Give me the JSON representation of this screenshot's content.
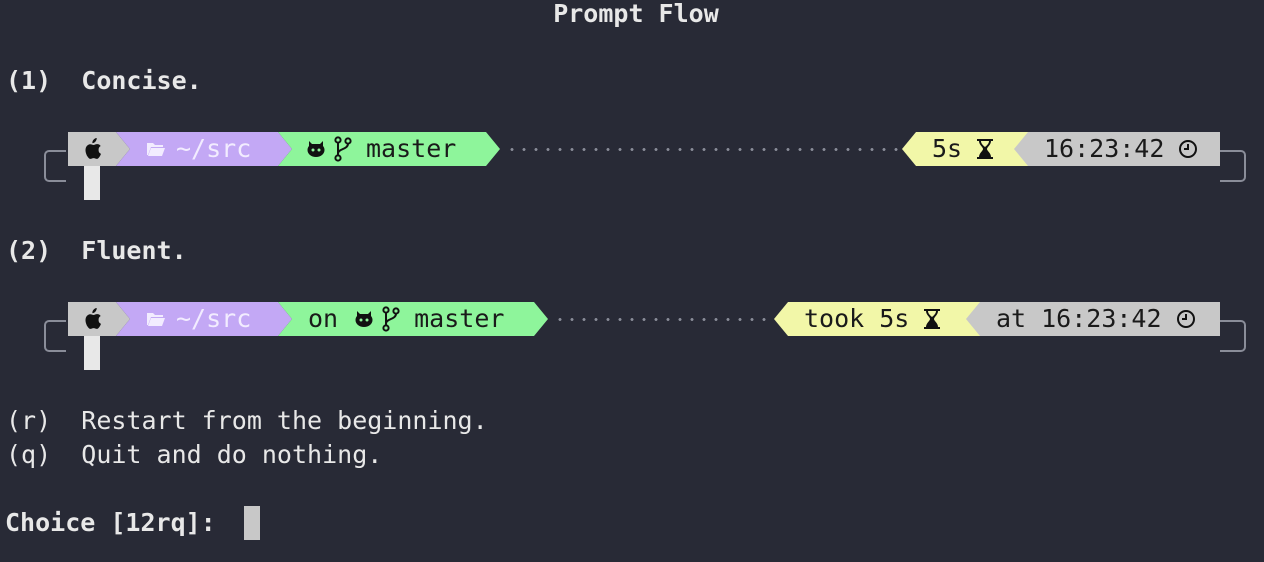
{
  "title": "Prompt Flow",
  "options": [
    {
      "key": "(1)",
      "label": "Concise.",
      "prompt": {
        "os_icon": "apple-icon",
        "dir_icon": "folder-open-icon",
        "dir": "~/src",
        "git_prefix": "",
        "git_icons": [
          "github-cat-icon",
          "git-branch-icon"
        ],
        "branch": "master",
        "duration_prefix": "",
        "duration": "5s",
        "duration_icon": "hourglass-icon",
        "time_prefix": "",
        "time": "16:23:42",
        "time_icon": "clock-icon"
      }
    },
    {
      "key": "(2)",
      "label": "Fluent.",
      "prompt": {
        "os_icon": "apple-icon",
        "dir_icon": "folder-open-icon",
        "dir": "~/src",
        "git_prefix": "on",
        "git_icons": [
          "github-cat-icon",
          "git-branch-icon"
        ],
        "branch": "master",
        "duration_prefix": "took",
        "duration": "5s",
        "duration_icon": "hourglass-icon",
        "time_prefix": "at",
        "time": "16:23:42",
        "time_icon": "clock-icon"
      }
    }
  ],
  "extra_options": [
    {
      "key": "(r)",
      "label": "Restart from the beginning."
    },
    {
      "key": "(q)",
      "label": "Quit and do nothing."
    }
  ],
  "choice": {
    "label": "Choice [12rq]:",
    "value": ""
  },
  "colors": {
    "background": "#282a36",
    "os_segment": "#c8c8c8",
    "dir_segment": "#c3a8f5",
    "git_segment": "#8ef59b",
    "duration_segment": "#f2f7a8",
    "time_segment": "#c8c8c8",
    "frame": "#8a8d99"
  }
}
